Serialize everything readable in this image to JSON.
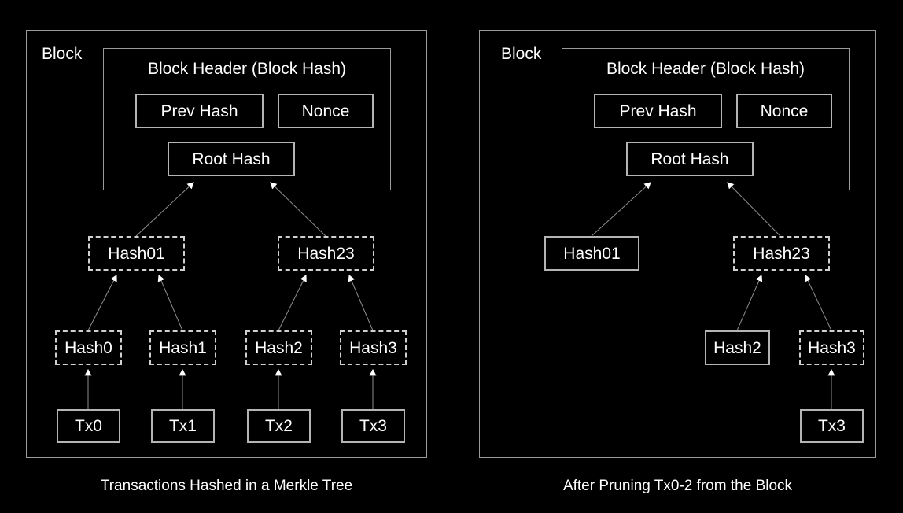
{
  "figure": {
    "background_color": "#000000",
    "line_color": "#9a9a9a",
    "text_color": "#ffffff",
    "node_border_color": "#b4b4b4"
  },
  "panels": [
    {
      "id": "merkle-tree",
      "block_label": "Block",
      "header_title": "Block Header (Block Hash)",
      "header_fields": [
        {
          "label": "Prev Hash",
          "style": "solid"
        },
        {
          "label": "Nonce",
          "style": "solid"
        },
        {
          "label": "Root Hash",
          "style": "solid"
        }
      ],
      "branch_nodes": [
        {
          "label": "Hash01",
          "style": "dashed"
        },
        {
          "label": "Hash23",
          "style": "dashed"
        }
      ],
      "leaf_hash_nodes": [
        {
          "label": "Hash0",
          "style": "dashed"
        },
        {
          "label": "Hash1",
          "style": "dashed"
        },
        {
          "label": "Hash2",
          "style": "dashed"
        },
        {
          "label": "Hash3",
          "style": "dashed"
        }
      ],
      "transaction_nodes": [
        {
          "label": "Tx0",
          "style": "solid"
        },
        {
          "label": "Tx1",
          "style": "solid"
        },
        {
          "label": "Tx2",
          "style": "solid"
        },
        {
          "label": "Tx3",
          "style": "solid"
        }
      ],
      "caption": "Transactions Hashed in a Merkle Tree"
    },
    {
      "id": "pruned-block",
      "block_label": "Block",
      "header_title": "Block Header (Block Hash)",
      "header_fields": [
        {
          "label": "Prev Hash",
          "style": "solid"
        },
        {
          "label": "Nonce",
          "style": "solid"
        },
        {
          "label": "Root Hash",
          "style": "solid"
        }
      ],
      "branch_nodes": [
        {
          "label": "Hash01",
          "style": "solid"
        },
        {
          "label": "Hash23",
          "style": "dashed"
        }
      ],
      "leaf_hash_nodes": [
        {
          "label": "Hash2",
          "style": "solid"
        },
        {
          "label": "Hash3",
          "style": "dashed"
        }
      ],
      "transaction_nodes": [
        {
          "label": "Tx3",
          "style": "solid"
        }
      ],
      "caption": "After Pruning Tx0-2 from the Block"
    }
  ]
}
